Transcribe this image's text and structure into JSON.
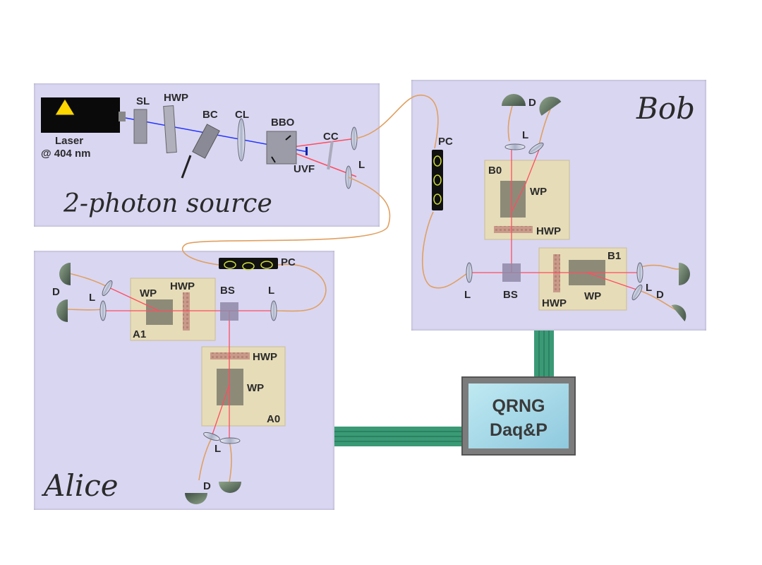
{
  "panels": {
    "source_title": "2-photon source",
    "bob_title": "Bob",
    "alice_title": "Alice"
  },
  "source": {
    "laser_line1": "Laser",
    "laser_line2": "@ 404 nm",
    "sl": "SL",
    "hwp": "HWP",
    "bc": "BC",
    "cl": "CL",
    "bbo": "BBO",
    "uvf": "UVF",
    "cc": "CC",
    "l": "L"
  },
  "bob": {
    "pc": "PC",
    "d": "D",
    "l_top": "L",
    "b0": "B0",
    "wp0": "WP",
    "hwp0": "HWP",
    "b1": "B1",
    "wp1": "WP",
    "hwp1": "HWP",
    "bs": "BS",
    "l_left": "L",
    "l_right": "L",
    "d_right": "D"
  },
  "alice": {
    "pc": "PC",
    "d_left": "D",
    "l_left": "L",
    "a1": "A1",
    "wp1": "WP",
    "hwp1": "HWP",
    "bs": "BS",
    "l_right": "L",
    "a0": "A0",
    "wp0": "WP",
    "hwp0": "HWP",
    "l_bottom": "L",
    "d_bottom": "D"
  },
  "monitor": {
    "line1": "QRNG",
    "line2": "Daq&P"
  },
  "colors": {
    "panel": "#d9d6f2",
    "board": "#e6dcb8",
    "red_beam": "#ff4d5e",
    "blue_beam": "#2233ff",
    "fiber": "#e0a060",
    "cable": "#3a9a76"
  }
}
